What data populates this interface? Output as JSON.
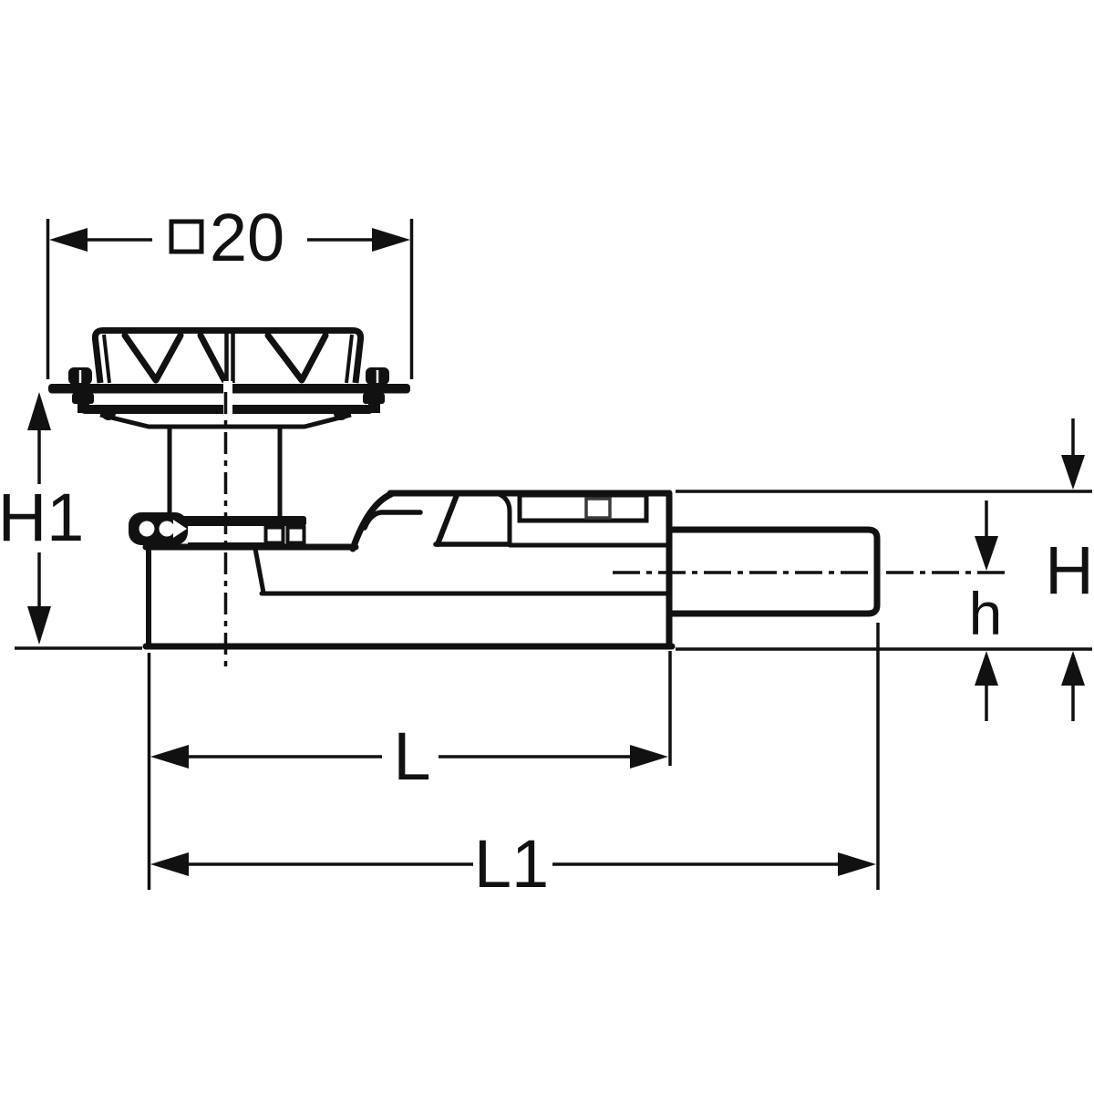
{
  "drawing": {
    "type": "technical-dimension-drawing",
    "background_color": "#ffffff",
    "line_color": "#111111",
    "labels": {
      "top_width": {
        "symbol": "square",
        "value": "20",
        "display": "□20"
      },
      "height_total": "H1",
      "height_outlet": "H",
      "height_axis": "h",
      "length_body": "L",
      "length_total": "L1"
    }
  }
}
